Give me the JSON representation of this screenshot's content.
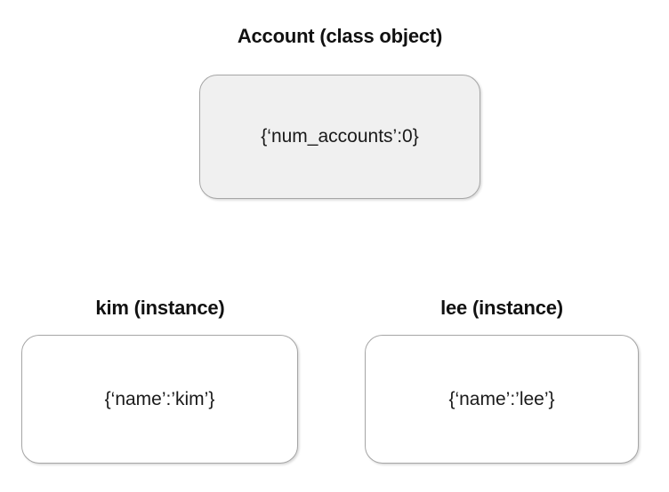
{
  "diagram": {
    "background_color": "#ffffff",
    "nodes": [
      {
        "id": "account-class",
        "title": "Account (class object)",
        "body_text": "{‘num_accounts’:0}",
        "kind": "class object",
        "fill_color": "#f0f0f0",
        "border_color": "#a6a6a6"
      },
      {
        "id": "kim-instance",
        "title": "kim (instance)",
        "body_text": "{‘name’:’kim’}",
        "kind": "instance",
        "fill_color": "#ffffff",
        "border_color": "#a6a6a6"
      },
      {
        "id": "lee-instance",
        "title": "lee (instance)",
        "body_text": "{‘name’:’lee’}",
        "kind": "instance",
        "fill_color": "#ffffff",
        "border_color": "#a6a6a6"
      }
    ]
  }
}
